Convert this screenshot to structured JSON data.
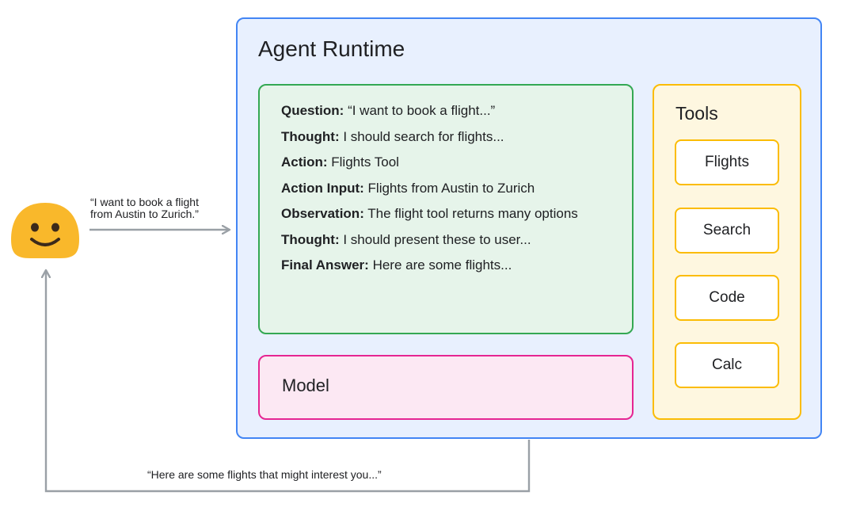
{
  "runtime": {
    "title": "Agent Runtime"
  },
  "trace": {
    "lines": [
      {
        "key": "Question:",
        "value": " “I want to book a flight...”"
      },
      {
        "key": "Thought:",
        "value": " I should search for flights..."
      },
      {
        "key": "Action:",
        "value": " Flights Tool"
      },
      {
        "key": "Action Input:",
        "value": " Flights from Austin to Zurich"
      },
      {
        "key": "Observation:",
        "value": " The flight tool returns many options"
      },
      {
        "key": "Thought:",
        "value": " I should present these to user..."
      },
      {
        "key": "Final Answer:",
        "value": " Here are some flights..."
      }
    ]
  },
  "model": {
    "label": "Model"
  },
  "tools": {
    "title": "Tools",
    "items": [
      "Flights",
      "Search",
      "Code",
      "Calc"
    ]
  },
  "user": {
    "request_line1": "“I want to book a flight",
    "request_line2": "from Austin to Zurich.”",
    "response": "“Here are some flights that might interest you...”"
  },
  "colors": {
    "runtime_border": "#4285f4",
    "runtime_fill": "#e8f0fe",
    "trace_border": "#34a853",
    "trace_fill": "#e6f4ea",
    "model_border": "#e52592",
    "model_fill": "#fce8f3",
    "tools_border": "#fbbc04",
    "tools_fill": "#fef7e0",
    "face": "#f9b82b",
    "arrow": "#9aa0a6"
  },
  "icons": {
    "user": "smiley-face-icon"
  }
}
